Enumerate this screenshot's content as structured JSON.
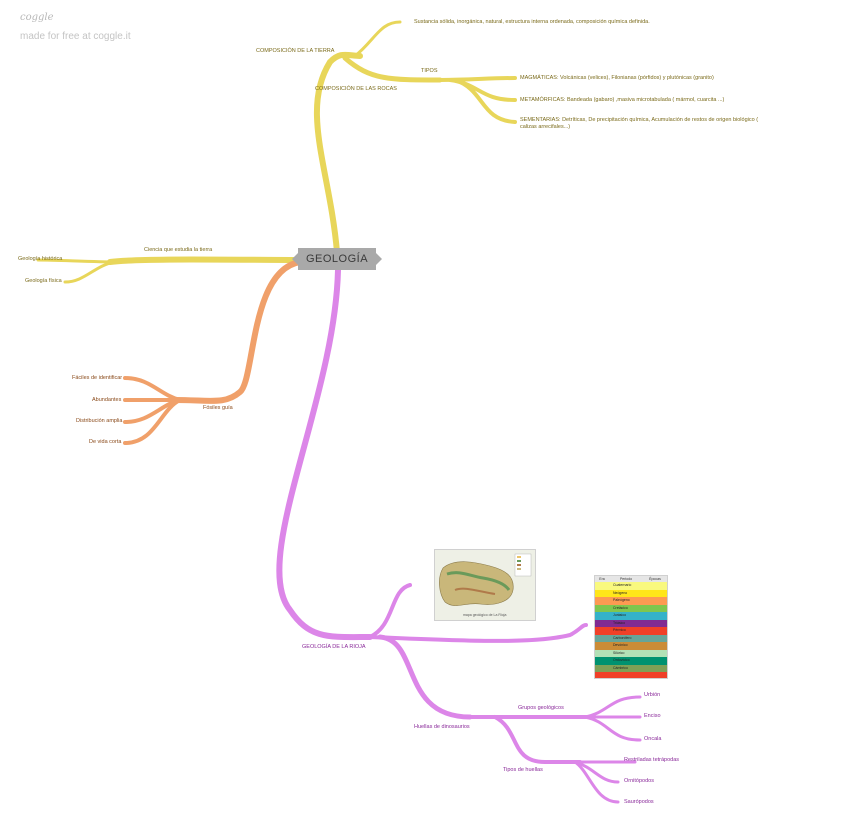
{
  "branding": {
    "logo": "coggle",
    "made_with": "made for free at coggle.it"
  },
  "root": {
    "label": "GEOLOGÍA"
  },
  "colors": {
    "yellow": "#e8d65a",
    "orange": "#f0a06a",
    "purple": "#dc86e8"
  },
  "nodes": {
    "composicion_tierra": "COMPOSICIÓN DE LA TIERRA",
    "sustancia": "Sustancia sólida, inorgánica, natural, estructura interna ordenada, composición química definida.",
    "composicion_rocas": "COMPOSICIÓN DE LAS ROCAS",
    "tipos": "TIPOS",
    "magmaticas": "MAGMÁTICAS: Volcánicas (velices), Filonianas (pórfidos) y plutónicas (granito)",
    "metamorficas": "METAMÓRFICAS: Bandeada (gabaro) ,masiva microtabulada ( mármol, cuarcita ...)",
    "sedimentarias": "SEMENTARIAS: Detríticas, De precipitación química, Acumulación de restos de origen biológico ( calizas arrecifales...)",
    "ciencia": "Ciencia que estudia la tierra",
    "historica": "Geología histórica",
    "fisica": "Geología física",
    "fosiles": "Fósiles guía",
    "faciles": "Fáciles de identificar",
    "abundantes": "Abundantes",
    "distribucion": "Distribución amplia",
    "vida_corta": "De vida corta",
    "rioja": "GEOLOGÍA DE LA RIOJA",
    "huellas": "Huellas de dinosaurios",
    "grupos": "Grupos geológicos",
    "urbion": "Urbión",
    "enciso": "Enciso",
    "oncala": "Oncala",
    "tipos_huellas": "Tipos de huellas",
    "tetradactilas": "Restriladas tetrápodas",
    "ornitopodos": "Ornitópodos",
    "saurupodos": "Saurópodos"
  },
  "images": {
    "map": {
      "caption": "mapa geológico de La Rioja",
      "icon": "geologic-map-image"
    },
    "table": {
      "icon": "geologic-time-scale-image",
      "headers": [
        "Era",
        "Periodo",
        "Épocas"
      ],
      "rows": [
        "Cuaternario",
        "Neógeno",
        "Paleógeno",
        "Cretácico",
        "Jurásico",
        "Triásico",
        "Pérmico",
        "Carbonífero",
        "Devónico",
        "Silúrico",
        "Ordovícico",
        "Cámbrico"
      ],
      "row_colors": [
        "#f9f97f",
        "#ffe619",
        "#fd9a52",
        "#7fc64e",
        "#34b2c9",
        "#812b92",
        "#f04028",
        "#67a599",
        "#cb8c37",
        "#b3e1b6",
        "#009270",
        "#7fa056"
      ]
    }
  }
}
